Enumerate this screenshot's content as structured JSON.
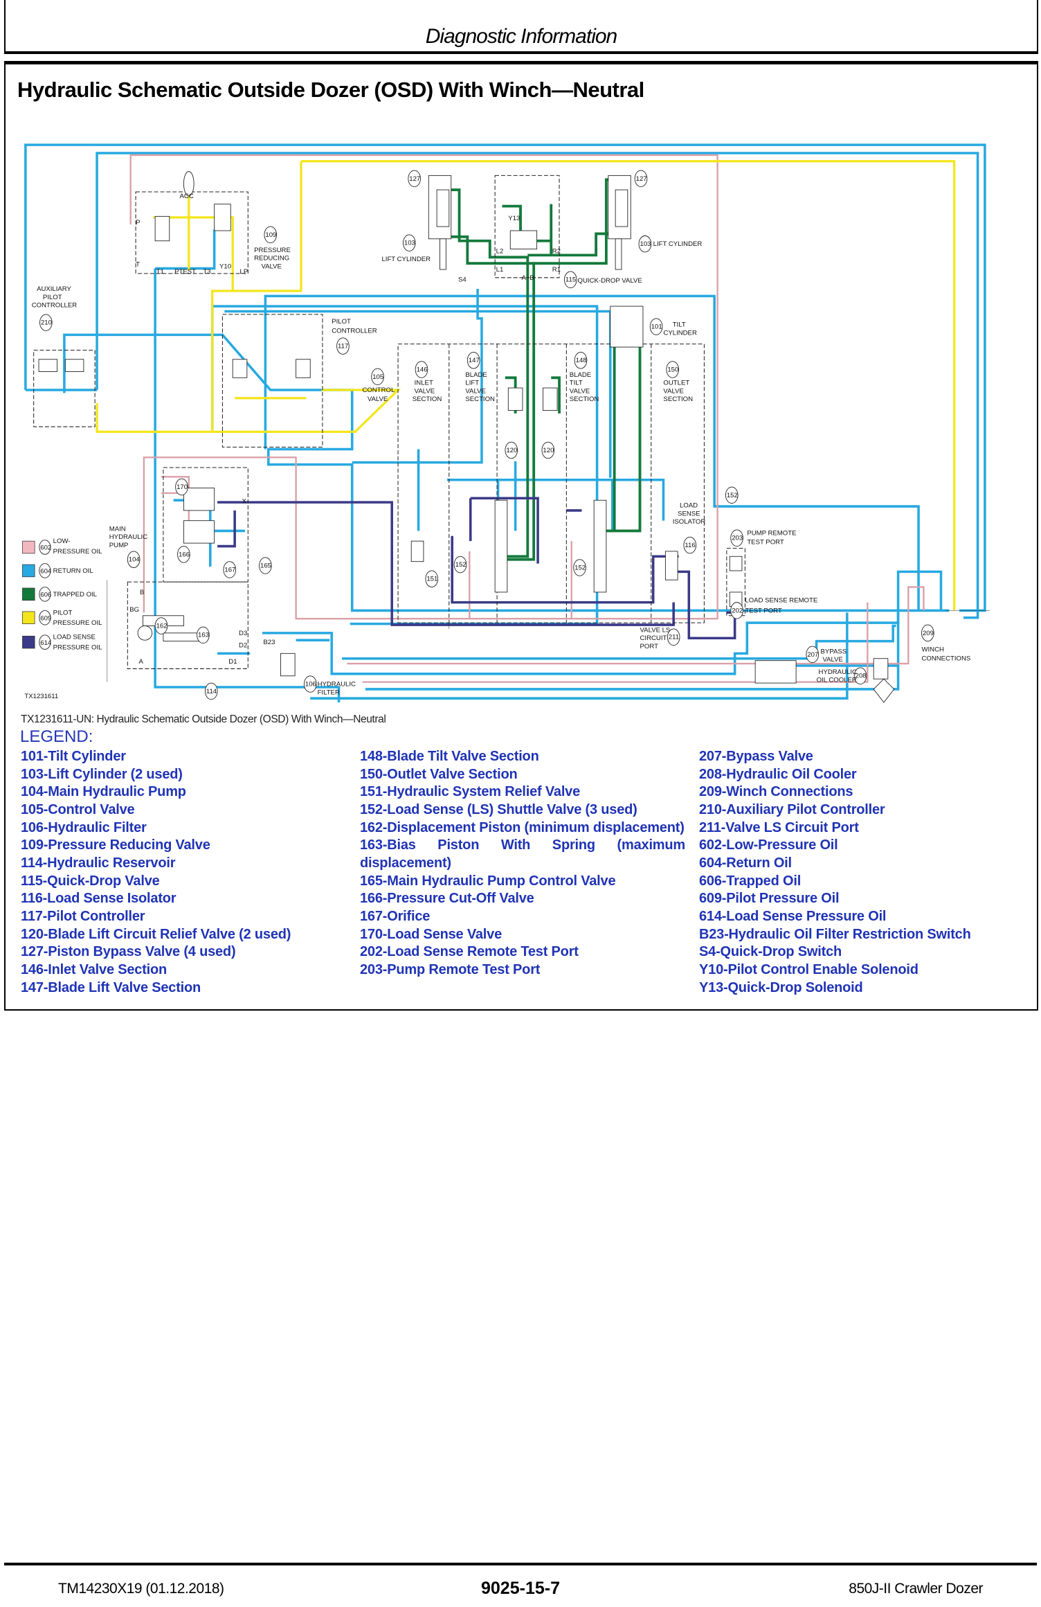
{
  "header": {
    "section_title": "Diagnostic Information"
  },
  "page_title": "Hydraulic Schematic Outside Dozer (OSD) With Winch—Neutral",
  "schematic": {
    "colors": {
      "low_pressure": "#f2b8c0",
      "return": "#27a9e1",
      "trapped": "#137a3c",
      "pilot": "#f4e51a",
      "load_sense": "#3a3a88"
    },
    "figure_id": "TX1231611",
    "labels": {
      "c127a": "127",
      "c127b": "127",
      "c103a": "103",
      "c103b": "103",
      "lift_cyl_a": "LIFT CYLINDER",
      "lift_cyl_b": "LIFT CYLINDER",
      "y13": "Y13",
      "l2": "L2",
      "l1": "L1",
      "r2": "R2",
      "r1": "R1",
      "a": "A",
      "b": "B",
      "s4": "S4",
      "c115": "115",
      "quick_drop": "QUICK-DROP VALVE",
      "acc": "ACC",
      "p": "P",
      "t": "T",
      "t1": "T1",
      "ptest": "PTEST",
      "t3": "T3",
      "y10": "Y10",
      "lp": "LP",
      "c109": "109",
      "prv_1": "PRESSURE",
      "prv_2": "REDUCING",
      "prv_3": "VALVE",
      "aux_1": "AUXILIARY",
      "aux_2": "PILOT",
      "aux_3": "CONTROLLER",
      "c210": "210",
      "pc_1": "PILOT",
      "pc_2": "CONTROLLER",
      "c117": "117",
      "c105": "105",
      "cv_1": "CONTROL",
      "cv_2": "VALVE",
      "c146": "146",
      "inlet_1": "INLET",
      "inlet_2": "VALVE",
      "inlet_3": "SECTION",
      "c147": "147",
      "bl_1": "BLADE",
      "bl_2": "LIFT",
      "bl_3": "VALVE",
      "bl_4": "SECTION",
      "c148": "148",
      "bt_1": "BLADE",
      "bt_2": "TILT",
      "bt_3": "VALVE",
      "bt_4": "SECTION",
      "c150": "150",
      "out_1": "OUTLET",
      "out_2": "VALVE",
      "out_3": "SECTION",
      "c101": "101",
      "tilt_1": "TILT",
      "tilt_2": "CYLINDER",
      "c120a": "120",
      "c120b": "120",
      "c152a": "152",
      "c152b": "152",
      "c152c": "152",
      "lsi_1": "LOAD",
      "lsi_2": "SENSE",
      "lsi_3": "ISOLATOR",
      "c116": "116",
      "c203": "203",
      "prt_1": "PUMP REMOTE",
      "prt_2": "TEST PORT",
      "c202": "202",
      "lsrt_1": "LOAD SENSE REMOTE",
      "lsrt_2": "TEST PORT",
      "mhp_1": "MAIN",
      "mhp_2": "HYDRAULIC",
      "mhp_3": "PUMP",
      "c104": "104",
      "c170": "170",
      "c166": "166",
      "c167": "167",
      "c165": "165",
      "c162": "162",
      "c163": "163",
      "x1": "X",
      "bg": "BG",
      "bport": "B",
      "aport": "A",
      "d1": "D1",
      "d2": "D2",
      "d3": "D3",
      "b23": "B23",
      "c106": "106",
      "hf_1": "HYDRAULIC",
      "hf_2": "FILTER",
      "c114": "114",
      "c151": "151",
      "vls_1": "VALVE LS",
      "vls_2": "CIRCUIT",
      "vls_3": "PORT",
      "c211": "211",
      "c207": "207",
      "bp_1": "BYPASS",
      "bp_2": "VALVE",
      "hoc_1": "HYDRAULIC",
      "hoc_2": "OIL COOLER",
      "c208": "208",
      "c209": "209",
      "wc_1": "WINCH",
      "wc_2": "CONNECTIONS"
    },
    "key": [
      {
        "code": "602",
        "line1": "LOW-",
        "line2": "PRESSURE OIL"
      },
      {
        "code": "604",
        "line1": "RETURN OIL",
        "line2": ""
      },
      {
        "code": "606",
        "line1": "TRAPPED OIL",
        "line2": ""
      },
      {
        "code": "609",
        "line1": "PILOT",
        "line2": "PRESSURE OIL"
      },
      {
        "code": "614",
        "line1": "LOAD SENSE",
        "line2": "PRESSURE OIL"
      }
    ]
  },
  "caption": "TX1231611-UN: Hydraulic Schematic Outside Dozer (OSD) With Winch—Neutral",
  "legend": {
    "heading": "LEGEND:",
    "col1": [
      "101-Tilt Cylinder",
      "103-Lift Cylinder (2 used)",
      "104-Main Hydraulic Pump",
      "105-Control Valve",
      "106-Hydraulic Filter",
      "109-Pressure Reducing Valve",
      "114-Hydraulic Reservoir",
      "115-Quick-Drop Valve",
      "116-Load Sense Isolator",
      "117-Pilot Controller",
      "120-Blade Lift Circuit Relief Valve (2 used)",
      "127-Piston Bypass Valve (4 used)",
      "146-Inlet Valve Section",
      "147-Blade Lift Valve Section"
    ],
    "col2": [
      "148-Blade Tilt Valve Section",
      "150-Outlet Valve Section",
      "151-Hydraulic System Relief Valve",
      "152-Load Sense (LS) Shuttle Valve (3 used)",
      "162-Displacement Piston (minimum displacement)",
      "163-Bias Piston With Spring (maximum displacement)",
      "165-Main Hydraulic Pump Control Valve",
      "166-Pressure Cut-Off Valve",
      "167-Orifice",
      "170-Load Sense Valve",
      "202-Load Sense Remote Test Port",
      "203-Pump Remote Test Port"
    ],
    "col3": [
      "207-Bypass Valve",
      "208-Hydraulic Oil Cooler",
      "209-Winch Connections",
      "210-Auxiliary Pilot Controller",
      "211-Valve LS Circuit Port",
      "602-Low-Pressure Oil",
      "604-Return Oil",
      "606-Trapped Oil",
      "609-Pilot Pressure Oil",
      "614-Load Sense Pressure Oil",
      "B23-Hydraulic Oil Filter Restriction Switch",
      "S4-Quick-Drop Switch",
      "Y10-Pilot Control Enable Solenoid",
      "Y13-Quick-Drop Solenoid"
    ]
  },
  "footer": {
    "doc_id": "TM14230X19 (01.12.2018)",
    "page_number": "9025-15-7",
    "model": "850J-II Crawler Dozer"
  }
}
